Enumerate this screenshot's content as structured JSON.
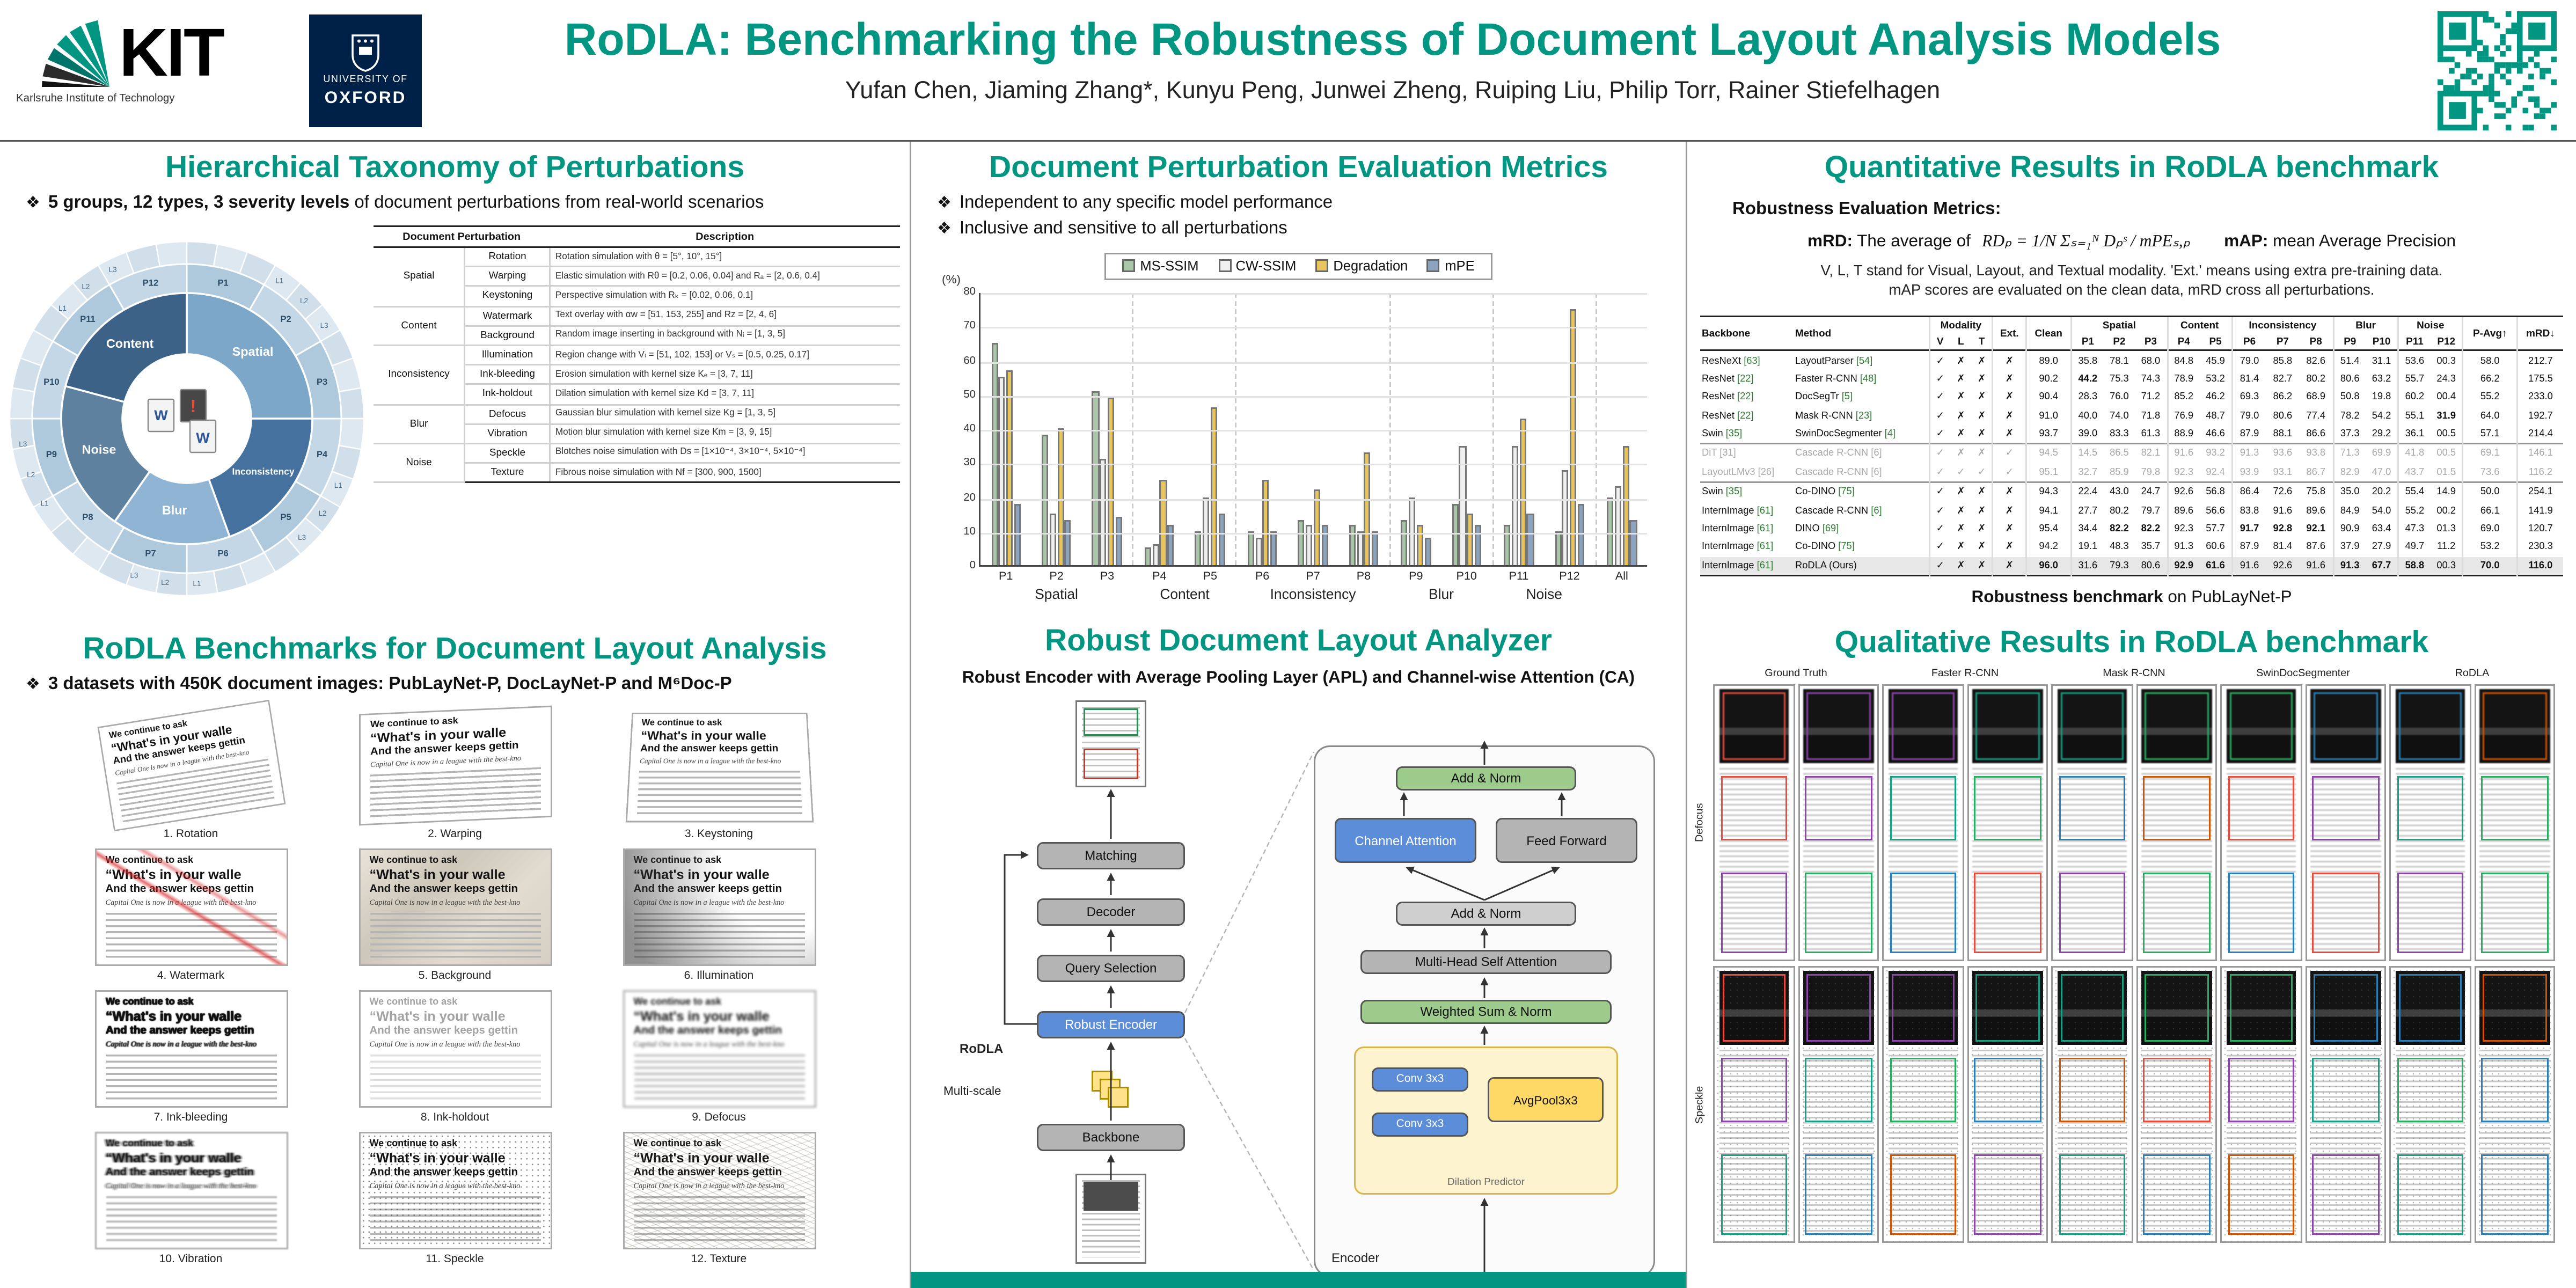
{
  "theme": {
    "accent": "#009682",
    "oxford_navy": "#002147",
    "citation_green": "#2e7d32",
    "highlight_row": "#e7e7e7"
  },
  "header": {
    "title": "RoDLA: Benchmarking the Robustness of Document Layout Analysis Models",
    "authors": "Yufan Chen, Jiaming Zhang*, Kunyu Peng, Junwei Zheng, Ruiping Liu, Philip Torr, Rainer Stiefelhagen",
    "kit": {
      "acronym": "KIT",
      "subtitle": "Karlsruhe Institute of Technology"
    },
    "oxford": {
      "line1": "UNIVERSITY OF",
      "line2": "OXFORD"
    }
  },
  "taxonomy": {
    "heading": "Hierarchical Taxonomy of Perturbations",
    "bullet_icon": "❖",
    "bullet_bold": "5 groups, 12 types, 3 severity levels",
    "bullet_rest": " of document perturbations from real-world scenarios",
    "donut": {
      "groups": [
        {
          "name": "Spatial",
          "start": 0,
          "end": 90,
          "color": "#7da7c9"
        },
        {
          "name": "Inconsistency",
          "start": 90,
          "end": 160,
          "color": "#44719e"
        },
        {
          "name": "Blur",
          "start": 160,
          "end": 215,
          "color": "#8fb4d4"
        },
        {
          "name": "Noise",
          "start": 215,
          "end": 285,
          "color": "#5d819f"
        },
        {
          "name": "Content",
          "start": 285,
          "end": 360,
          "color": "#3c6387"
        }
      ],
      "p_labels": [
        "P1",
        "P2",
        "P3",
        "P4",
        "P5",
        "P6",
        "P7",
        "P8",
        "P9",
        "P10",
        "P11",
        "P12"
      ],
      "severity_labels": [
        "L1",
        "L2",
        "L3"
      ]
    },
    "table": {
      "header_col1": "Document Perturbation",
      "header_col2": "Description",
      "rows": [
        {
          "group": "Spatial",
          "name": "Rotation",
          "desc": "Rotation simulation with θ = [5°, 10°, 15°]"
        },
        {
          "group": "Spatial",
          "name": "Warping",
          "desc": "Elastic simulation with Rθ = [0.2, 0.06, 0.04] and Rₐ = [2, 0.6, 0.4]"
        },
        {
          "group": "Spatial",
          "name": "Keystoning",
          "desc": "Perspective simulation with Rₖ = [0.02, 0.06, 0.1]"
        },
        {
          "group": "Content",
          "name": "Watermark",
          "desc": "Text overlay with αw = [51, 153, 255] and Rz = [2, 4, 6]"
        },
        {
          "group": "Content",
          "name": "Background",
          "desc": "Random image inserting in background with Nᵢ = [1, 3, 5]"
        },
        {
          "group": "Inconsistency",
          "name": "Illumination",
          "desc": "Region change with Vₗ = [51, 102, 153] or Vₛ = [0.5, 0.25, 0.17]"
        },
        {
          "group": "Inconsistency",
          "name": "Ink-bleeding",
          "desc": "Erosion simulation with kernel size Kₑ = [3, 7, 11]"
        },
        {
          "group": "Inconsistency",
          "name": "Ink-holdout",
          "desc": "Dilation simulation with kernel size Kd = [3, 7, 11]"
        },
        {
          "group": "Blur",
          "name": "Defocus",
          "desc": "Gaussian blur simulation with kernel size Kg = [1, 3, 5]"
        },
        {
          "group": "Blur",
          "name": "Vibration",
          "desc": "Motion blur simulation with kernel size Km = [3, 9, 15]"
        },
        {
          "group": "Noise",
          "name": "Speckle",
          "desc": "Blotches noise simulation with Ds = [1×10⁻⁴, 3×10⁻⁴, 5×10⁻⁴]"
        },
        {
          "group": "Noise",
          "name": "Texture",
          "desc": "Fibrous noise simulation with Nf = [300, 900, 1500]"
        }
      ]
    }
  },
  "benchmarks": {
    "heading": "RoDLA Benchmarks for Document Layout Analysis",
    "bullet_icon": "❖",
    "bullet_bold": "3 datasets with 450K document images:",
    "bullet_rest": " PubLayNet-P, DocLayNet-P and M⁶Doc-P",
    "sample": {
      "line1": "We continue to ask",
      "line2": "“What's in your walle",
      "line3": "And the answer keeps gettin",
      "body_line": "Capital One is now in a league with the best-kno"
    },
    "items": [
      {
        "caption": "1. Rotation",
        "effect": "rotation"
      },
      {
        "caption": "2. Warping",
        "effect": "warping"
      },
      {
        "caption": "3. Keystoning",
        "effect": "keystoning"
      },
      {
        "caption": "4. Watermark",
        "effect": "watermark"
      },
      {
        "caption": "5. Background",
        "effect": "background"
      },
      {
        "caption": "6. Illumination",
        "effect": "illumination"
      },
      {
        "caption": "7. Ink-bleeding",
        "effect": "ink-bleeding"
      },
      {
        "caption": "8. Ink-holdout",
        "effect": "ink-holdout"
      },
      {
        "caption": "9. Defocus",
        "effect": "defocus"
      },
      {
        "caption": "10. Vibration",
        "effect": "vibration"
      },
      {
        "caption": "11. Speckle",
        "effect": "speckle"
      },
      {
        "caption": "12. Texture",
        "effect": "texture"
      }
    ]
  },
  "metrics": {
    "heading": "Document Perturbation Evaluation Metrics",
    "bullet_icon": "❖",
    "bullets": [
      "Independent to any specific model performance",
      "Inclusive and sensitive to all perturbations"
    ]
  },
  "chart_data": {
    "type": "bar",
    "title": "",
    "ylabel": "(%)",
    "ylim": [
      0,
      80
    ],
    "ytick_step": 10,
    "grid": true,
    "legend_position": "top",
    "groups": [
      {
        "label": "Spatial",
        "ps": [
          "P1",
          "P2",
          "P3"
        ]
      },
      {
        "label": "Content",
        "ps": [
          "P4",
          "P5"
        ]
      },
      {
        "label": "Inconsistency",
        "ps": [
          "P6",
          "P7",
          "P8"
        ]
      },
      {
        "label": "Blur",
        "ps": [
          "P9",
          "P10"
        ]
      },
      {
        "label": "Noise",
        "ps": [
          "P11",
          "P12"
        ]
      },
      {
        "label": "",
        "ps": [
          "All"
        ]
      }
    ],
    "series": [
      {
        "name": "MS-SSIM",
        "color": "#a9c6a9",
        "values": [
          65,
          38,
          51,
          5,
          10,
          10,
          13,
          12,
          13,
          18,
          12,
          10,
          20
        ]
      },
      {
        "name": "CW-SSIM",
        "color": "#f0f0f0",
        "values": [
          55,
          15,
          31,
          6,
          20,
          8,
          12,
          10,
          20,
          35,
          35,
          28,
          23
        ]
      },
      {
        "name": "Degradation",
        "color": "#e7c45c",
        "values": [
          57,
          40,
          49,
          25,
          46,
          25,
          22,
          33,
          12,
          15,
          43,
          75,
          35
        ]
      },
      {
        "name": "mPE",
        "color": "#89a3c1",
        "values": [
          18,
          13,
          14,
          12,
          15,
          10,
          12,
          10,
          8,
          12,
          15,
          18,
          13
        ]
      }
    ]
  },
  "analyzer": {
    "heading": "Robust Document Layout Analyzer",
    "subtitle": "Robust Encoder with Average Pooling Layer (APL) and Channel-wise Attention (CA)",
    "pipeline": {
      "matching": "Matching",
      "decoder": "Decoder",
      "query_selection": "Query Selection",
      "robust_encoder": "Robust Encoder",
      "backbone": "Backbone",
      "multiscale": "Multi-scale",
      "rodla": "RoDLA"
    },
    "encoder": {
      "add_norm_top": "Add & Norm",
      "channel_attention": "Channel Attention",
      "feed_forward": "Feed Forward",
      "add_norm_mid": "Add & Norm",
      "mhsa": "Multi-Head Self Attention",
      "weighted_sum": "Weighted Sum & Norm",
      "conv1": "Conv 3x3",
      "conv2": "Conv 3x3",
      "avgpool": "AvgPool3x3",
      "dilation": "Dilation Predictor",
      "encoder_label": "Encoder"
    }
  },
  "quantitative": {
    "heading": "Quantitative Results in RoDLA benchmark",
    "metrics_label": "Robustness Evaluation Metrics:",
    "mrd_label": "mRD:",
    "mrd_text": "The average of",
    "mrd_formula": "RDₚ = 1/N Σₛ₌₁ᴺ Dₚˢ / mPEₛ,ₚ",
    "map_label": "mAP:",
    "map_text": "mean Average Precision",
    "note1": "V, L, T stand for Visual, Layout, and Textual modality. 'Ext.' means using extra pre-training data.",
    "note2": "mAP scores are evaluated on the clean data, mRD cross all perturbations.",
    "caption_bold": "Robustness benchmark",
    "caption_rest": " on PubLayNet-P",
    "table": {
      "header": {
        "backbone": "Backbone",
        "method": "Method",
        "modality": "Modality",
        "v": "V",
        "l": "L",
        "t": "T",
        "ext": "Ext.",
        "clean": "Clean",
        "groups": [
          "Spatial",
          "Content",
          "Inconsistency",
          "Blur",
          "Noise"
        ],
        "p_cols": [
          "P1",
          "P2",
          "P3",
          "P4",
          "P5",
          "P6",
          "P7",
          "P8",
          "P9",
          "P10",
          "P11",
          "P12"
        ],
        "pavg": "P-Avg↑",
        "mrd": "mRD↓"
      },
      "rows": [
        {
          "backbone": "ResNeXt",
          "bref": "[63]",
          "method": "LayoutParser",
          "mref": "[54]",
          "v": "y",
          "l": "n",
          "t": "n",
          "ext": "n",
          "vals": [
            "89.0",
            "35.8",
            "78.1",
            "68.0",
            "84.8",
            "45.9",
            "79.0",
            "85.8",
            "82.6",
            "51.4",
            "31.1",
            "53.6",
            "00.3",
            "58.0",
            "212.7"
          ]
        },
        {
          "backbone": "ResNet",
          "bref": "[22]",
          "method": "Faster R-CNN",
          "mref": "[48]",
          "v": "y",
          "l": "n",
          "t": "n",
          "ext": "n",
          "vals": [
            "90.2",
            "*44.2",
            "75.3",
            "74.3",
            "78.9",
            "53.2",
            "81.4",
            "82.7",
            "80.2",
            "80.6",
            "63.2",
            "55.7",
            "24.3",
            "66.2",
            "175.5"
          ]
        },
        {
          "backbone": "ResNet",
          "bref": "[22]",
          "method": "DocSegTr",
          "mref": "[5]",
          "v": "y",
          "l": "n",
          "t": "n",
          "ext": "n",
          "vals": [
            "90.4",
            "28.3",
            "76.0",
            "71.2",
            "85.2",
            "46.2",
            "69.3",
            "86.2",
            "68.9",
            "50.8",
            "19.8",
            "60.2",
            "00.4",
            "55.2",
            "233.0"
          ]
        },
        {
          "backbone": "ResNet",
          "bref": "[22]",
          "method": "Mask R-CNN",
          "mref": "[23]",
          "v": "y",
          "l": "n",
          "t": "n",
          "ext": "n",
          "vals": [
            "91.0",
            "40.0",
            "74.0",
            "71.8",
            "76.9",
            "48.7",
            "79.0",
            "80.6",
            "77.4",
            "78.2",
            "54.2",
            "55.1",
            "*31.9",
            "64.0",
            "192.7"
          ]
        },
        {
          "backbone": "Swin",
          "bref": "[35]",
          "method": "SwinDocSegmenter",
          "mref": "[4]",
          "v": "y",
          "l": "n",
          "t": "n",
          "ext": "n",
          "vals": [
            "93.7",
            "39.0",
            "83.3",
            "61.3",
            "88.9",
            "46.6",
            "87.9",
            "88.1",
            "86.6",
            "37.3",
            "29.2",
            "36.1",
            "00.5",
            "57.1",
            "214.4"
          ]
        },
        {
          "backbone": "DiT",
          "bref": "[31]",
          "method": "Cascade R-CNN",
          "mref": "[6]",
          "v": "y",
          "l": "n",
          "t": "n",
          "ext": "y",
          "vals": [
            "94.5",
            "14.5",
            "86.5",
            "82.1",
            "91.6",
            "93.2",
            "91.3",
            "93.6",
            "93.8",
            "71.3",
            "69.9",
            "41.8",
            "00.5",
            "69.1",
            "146.1"
          ]
        },
        {
          "backbone": "LayoutLMv3",
          "bref": "[26]",
          "method": "Cascade R-CNN",
          "mref": "[6]",
          "v": "y",
          "l": "y",
          "t": "y",
          "ext": "y",
          "vals": [
            "95.1",
            "32.7",
            "85.9",
            "79.8",
            "92.3",
            "92.4",
            "93.9",
            "93.1",
            "86.7",
            "82.9",
            "47.0",
            "43.7",
            "01.5",
            "73.6",
            "116.2"
          ]
        },
        {
          "backbone": "Swin",
          "bref": "[35]",
          "method": "Co-DINO",
          "mref": "[75]",
          "v": "y",
          "l": "n",
          "t": "n",
          "ext": "n",
          "vals": [
            "94.3",
            "22.4",
            "43.0",
            "24.7",
            "92.6",
            "56.8",
            "86.4",
            "72.6",
            "75.8",
            "35.0",
            "20.2",
            "55.4",
            "14.9",
            "50.0",
            "254.1"
          ]
        },
        {
          "backbone": "InternImage",
          "bref": "[61]",
          "method": "Cascade R-CNN",
          "mref": "[6]",
          "v": "y",
          "l": "n",
          "t": "n",
          "ext": "n",
          "vals": [
            "94.1",
            "27.7",
            "80.2",
            "79.7",
            "89.6",
            "56.6",
            "83.8",
            "91.6",
            "89.6",
            "84.9",
            "54.0",
            "55.2",
            "00.2",
            "66.1",
            "141.9"
          ]
        },
        {
          "backbone": "InternImage",
          "bref": "[61]",
          "method": "DINO",
          "mref": "[69]",
          "v": "y",
          "l": "n",
          "t": "n",
          "ext": "n",
          "vals": [
            "95.4",
            "34.4",
            "*82.2",
            "*82.2",
            "92.3",
            "57.7",
            "*91.7",
            "*92.8",
            "*92.1",
            "90.9",
            "63.4",
            "47.3",
            "01.3",
            "69.0",
            "120.7"
          ]
        },
        {
          "backbone": "InternImage",
          "bref": "[61]",
          "method": "Co-DINO",
          "mref": "[75]",
          "v": "y",
          "l": "n",
          "t": "n",
          "ext": "n",
          "vals": [
            "94.2",
            "19.1",
            "48.3",
            "35.7",
            "91.3",
            "60.6",
            "87.9",
            "81.4",
            "87.6",
            "37.9",
            "27.9",
            "49.7",
            "11.2",
            "53.2",
            "230.3"
          ]
        },
        {
          "backbone": "InternImage",
          "bref": "[61]",
          "method": "RoDLA (Ours)",
          "mref": "",
          "v": "y",
          "l": "n",
          "t": "n",
          "ext": "n",
          "ours": true,
          "vals": [
            "*96.0",
            "31.6",
            "79.3",
            "80.6",
            "*92.9",
            "*61.6",
            "91.6",
            "92.6",
            "91.6",
            "*91.3",
            "*67.7",
            "*58.8",
            "00.3",
            "*70.0",
            "*116.0"
          ]
        }
      ]
    }
  },
  "qualitative": {
    "heading": "Qualitative Results in RoDLA benchmark",
    "columns": [
      "Ground Truth",
      "Faster R-CNN",
      "Mask R-CNN",
      "SwinDocSegmenter",
      "RoDLA"
    ],
    "rows": [
      "Defocus",
      "Speckle"
    ]
  }
}
